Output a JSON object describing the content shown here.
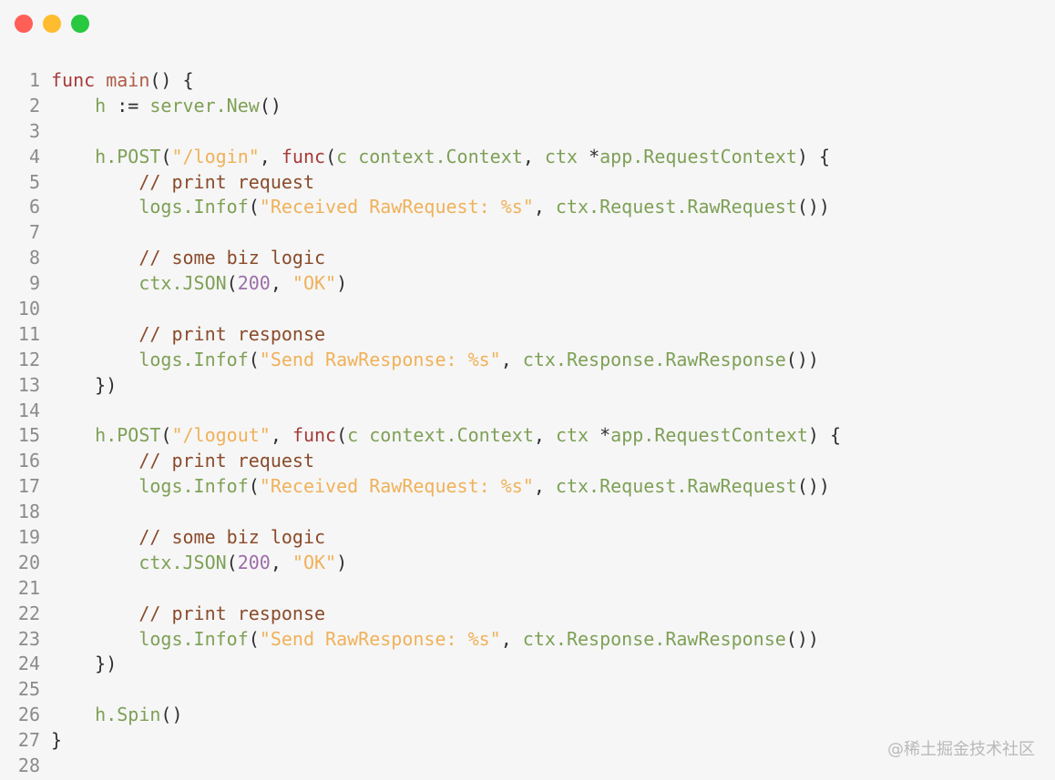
{
  "window": {
    "controls": [
      {
        "name": "close",
        "color": "#ff5f57"
      },
      {
        "name": "minimize",
        "color": "#febc2e"
      },
      {
        "name": "zoom",
        "color": "#28c840"
      }
    ]
  },
  "colors": {
    "keyword": "#a63a3a",
    "func_name": "#b05b45",
    "identifier": "#7ea056",
    "string": "#f0b15a",
    "number": "#9b6ea8",
    "comment": "#8a4b2a",
    "punct": "#2f2f2f",
    "line_number": "#8b8b8b"
  },
  "code_lines": [
    {
      "n": "1",
      "tokens": [
        {
          "t": "func",
          "c": "keyword"
        },
        {
          "t": " "
        },
        {
          "t": "main",
          "c": "func_name"
        },
        {
          "t": "() {",
          "c": "punct"
        }
      ]
    },
    {
      "n": "2",
      "tokens": [
        {
          "t": "    "
        },
        {
          "t": "h",
          "c": "identifier"
        },
        {
          "t": " := ",
          "c": "punct"
        },
        {
          "t": "server.New",
          "c": "identifier"
        },
        {
          "t": "()",
          "c": "punct"
        }
      ]
    },
    {
      "n": "3",
      "tokens": []
    },
    {
      "n": "4",
      "tokens": [
        {
          "t": "    "
        },
        {
          "t": "h.POST",
          "c": "identifier"
        },
        {
          "t": "(",
          "c": "punct"
        },
        {
          "t": "\"/login\"",
          "c": "string"
        },
        {
          "t": ", ",
          "c": "punct"
        },
        {
          "t": "func",
          "c": "keyword"
        },
        {
          "t": "(",
          "c": "punct"
        },
        {
          "t": "c context.Context",
          "c": "identifier"
        },
        {
          "t": ", ",
          "c": "punct"
        },
        {
          "t": "ctx",
          "c": "identifier"
        },
        {
          "t": " *",
          "c": "punct"
        },
        {
          "t": "app.RequestContext",
          "c": "identifier"
        },
        {
          "t": ") {",
          "c": "punct"
        }
      ]
    },
    {
      "n": "5",
      "tokens": [
        {
          "t": "        "
        },
        {
          "t": "// print request",
          "c": "comment"
        }
      ]
    },
    {
      "n": "6",
      "tokens": [
        {
          "t": "        "
        },
        {
          "t": "logs.Infof",
          "c": "identifier"
        },
        {
          "t": "(",
          "c": "punct"
        },
        {
          "t": "\"Received RawRequest: %s\"",
          "c": "string"
        },
        {
          "t": ", ",
          "c": "punct"
        },
        {
          "t": "ctx.Request.RawRequest",
          "c": "identifier"
        },
        {
          "t": "())",
          "c": "punct"
        }
      ]
    },
    {
      "n": "7",
      "tokens": []
    },
    {
      "n": "8",
      "tokens": [
        {
          "t": "        "
        },
        {
          "t": "// some biz logic",
          "c": "comment"
        }
      ]
    },
    {
      "n": "9",
      "tokens": [
        {
          "t": "        "
        },
        {
          "t": "ctx.JSON",
          "c": "identifier"
        },
        {
          "t": "(",
          "c": "punct"
        },
        {
          "t": "200",
          "c": "number"
        },
        {
          "t": ", ",
          "c": "punct"
        },
        {
          "t": "\"OK\"",
          "c": "string"
        },
        {
          "t": ")",
          "c": "punct"
        }
      ]
    },
    {
      "n": "10",
      "tokens": []
    },
    {
      "n": "11",
      "tokens": [
        {
          "t": "        "
        },
        {
          "t": "// print response",
          "c": "comment"
        }
      ]
    },
    {
      "n": "12",
      "tokens": [
        {
          "t": "        "
        },
        {
          "t": "logs.Infof",
          "c": "identifier"
        },
        {
          "t": "(",
          "c": "punct"
        },
        {
          "t": "\"Send RawResponse: %s\"",
          "c": "string"
        },
        {
          "t": ", ",
          "c": "punct"
        },
        {
          "t": "ctx.Response.RawResponse",
          "c": "identifier"
        },
        {
          "t": "())",
          "c": "punct"
        }
      ]
    },
    {
      "n": "13",
      "tokens": [
        {
          "t": "    "
        },
        {
          "t": "})",
          "c": "punct"
        }
      ]
    },
    {
      "n": "14",
      "tokens": []
    },
    {
      "n": "15",
      "tokens": [
        {
          "t": "    "
        },
        {
          "t": "h.POST",
          "c": "identifier"
        },
        {
          "t": "(",
          "c": "punct"
        },
        {
          "t": "\"/logout\"",
          "c": "string"
        },
        {
          "t": ", ",
          "c": "punct"
        },
        {
          "t": "func",
          "c": "keyword"
        },
        {
          "t": "(",
          "c": "punct"
        },
        {
          "t": "c context.Context",
          "c": "identifier"
        },
        {
          "t": ", ",
          "c": "punct"
        },
        {
          "t": "ctx",
          "c": "identifier"
        },
        {
          "t": " *",
          "c": "punct"
        },
        {
          "t": "app.RequestContext",
          "c": "identifier"
        },
        {
          "t": ") {",
          "c": "punct"
        }
      ]
    },
    {
      "n": "16",
      "tokens": [
        {
          "t": "        "
        },
        {
          "t": "// print request",
          "c": "comment"
        }
      ]
    },
    {
      "n": "17",
      "tokens": [
        {
          "t": "        "
        },
        {
          "t": "logs.Infof",
          "c": "identifier"
        },
        {
          "t": "(",
          "c": "punct"
        },
        {
          "t": "\"Received RawRequest: %s\"",
          "c": "string"
        },
        {
          "t": ", ",
          "c": "punct"
        },
        {
          "t": "ctx.Request.RawRequest",
          "c": "identifier"
        },
        {
          "t": "())",
          "c": "punct"
        }
      ]
    },
    {
      "n": "18",
      "tokens": []
    },
    {
      "n": "19",
      "tokens": [
        {
          "t": "        "
        },
        {
          "t": "// some biz logic",
          "c": "comment"
        }
      ]
    },
    {
      "n": "20",
      "tokens": [
        {
          "t": "        "
        },
        {
          "t": "ctx.JSON",
          "c": "identifier"
        },
        {
          "t": "(",
          "c": "punct"
        },
        {
          "t": "200",
          "c": "number"
        },
        {
          "t": ", ",
          "c": "punct"
        },
        {
          "t": "\"OK\"",
          "c": "string"
        },
        {
          "t": ")",
          "c": "punct"
        }
      ]
    },
    {
      "n": "21",
      "tokens": []
    },
    {
      "n": "22",
      "tokens": [
        {
          "t": "        "
        },
        {
          "t": "// print response",
          "c": "comment"
        }
      ]
    },
    {
      "n": "23",
      "tokens": [
        {
          "t": "        "
        },
        {
          "t": "logs.Infof",
          "c": "identifier"
        },
        {
          "t": "(",
          "c": "punct"
        },
        {
          "t": "\"Send RawResponse: %s\"",
          "c": "string"
        },
        {
          "t": ", ",
          "c": "punct"
        },
        {
          "t": "ctx.Response.RawResponse",
          "c": "identifier"
        },
        {
          "t": "())",
          "c": "punct"
        }
      ]
    },
    {
      "n": "24",
      "tokens": [
        {
          "t": "    "
        },
        {
          "t": "})",
          "c": "punct"
        }
      ]
    },
    {
      "n": "25",
      "tokens": []
    },
    {
      "n": "26",
      "tokens": [
        {
          "t": "    "
        },
        {
          "t": "h.Spin",
          "c": "identifier"
        },
        {
          "t": "()",
          "c": "punct"
        }
      ]
    },
    {
      "n": "27",
      "tokens": [
        {
          "t": "}",
          "c": "punct"
        }
      ]
    },
    {
      "n": "28",
      "tokens": []
    }
  ],
  "watermark": "@稀土掘金技术社区"
}
